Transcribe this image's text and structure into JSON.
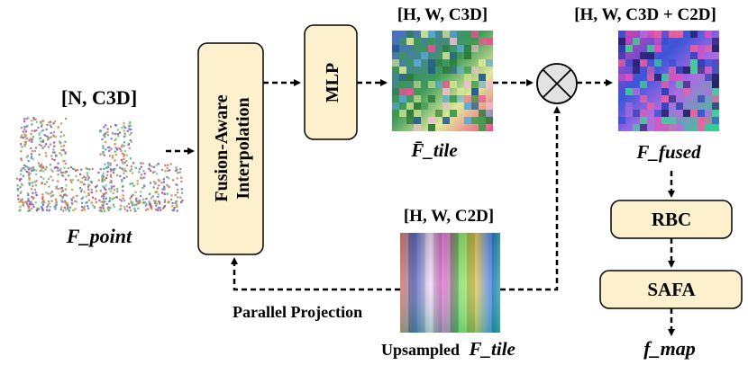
{
  "point_cloud": {
    "shape_label": "[N, C3D]",
    "caption": "F_point"
  },
  "fusion_box": {
    "line1": "Fusion-Aware",
    "line2": "Interpolation"
  },
  "mlp_box": {
    "label": "MLP"
  },
  "tile_feature": {
    "shape_label": "[H, W, C3D]",
    "caption": "F̄_tile"
  },
  "combine_op": {
    "symbol": "multiply-icon"
  },
  "fused_feature": {
    "shape_label": "[H, W, C3D + C2D]",
    "caption": "F_fused"
  },
  "rbc_box": {
    "label": "RBC"
  },
  "safa_box": {
    "label": "SAFA"
  },
  "output": {
    "caption": "f_map"
  },
  "upsampled_feature": {
    "shape_label": "[H, W, C2D]",
    "caption_prefix": "Upsampled",
    "caption": "F_tile"
  },
  "projection_label": "Parallel Projection",
  "colors": {
    "box_fill": "#fdf0cc",
    "box_stroke": "#000000",
    "circle_fill": "#e3e3e3"
  }
}
